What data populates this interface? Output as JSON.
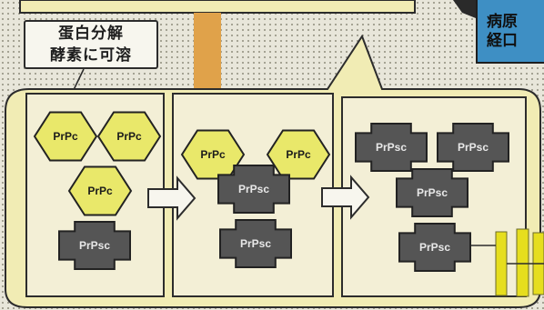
{
  "callout": {
    "line1": "蛋白分解",
    "line2": "酵素に可溶"
  },
  "route_box": {
    "line1": "病原",
    "line2": "経口"
  },
  "molecules": {
    "normal": "PrPc",
    "scrapie": "PrPsc"
  },
  "panels": [
    {
      "normal_count": 3,
      "scrapie_count": 1
    },
    {
      "normal_count": 2,
      "scrapie_count": 2
    },
    {
      "normal_count": 0,
      "scrapie_count": 4
    }
  ],
  "colors": {
    "normal_fill": "#e9e86a",
    "scrapie_fill": "#555555",
    "panel_fill": "#f3efd6",
    "bubble_fill": "#f1ecb4",
    "arrow_fill": "#f7f6ee",
    "stalk_fill": "#e0a24a",
    "fiber_fill": "#e6de1e",
    "route_fill": "#3e8fc4"
  }
}
